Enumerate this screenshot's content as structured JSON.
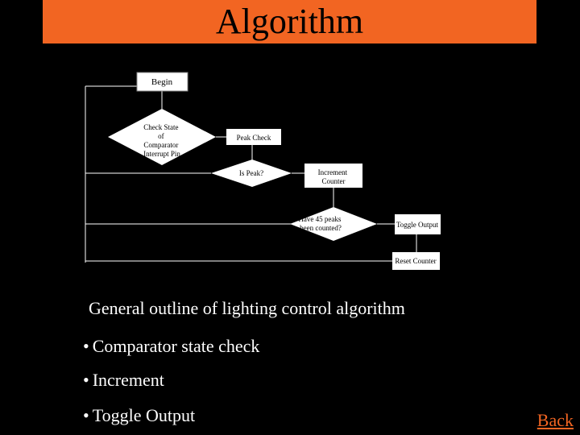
{
  "title": "Algorithm",
  "flowchart": {
    "begin": "Begin",
    "check_state": [
      "Check State",
      "of",
      "Comparator",
      "Interrupt Pin"
    ],
    "peak_check": "Peak Check",
    "is_peak": "Is Peak?",
    "increment_counter": [
      "Increment",
      "Counter"
    ],
    "have_45": [
      "Have 45 peaks",
      "been counted?"
    ],
    "toggle_output": "Toggle Output",
    "reset_counter": "Reset Counter"
  },
  "caption": "General outline of lighting control algorithm",
  "bullets": [
    "Comparator state check",
    "Increment",
    "Toggle Output"
  ],
  "back_link": "Back",
  "colors": {
    "background": "#000000",
    "accent": "#f26522",
    "node_fill": "#ffffff"
  }
}
